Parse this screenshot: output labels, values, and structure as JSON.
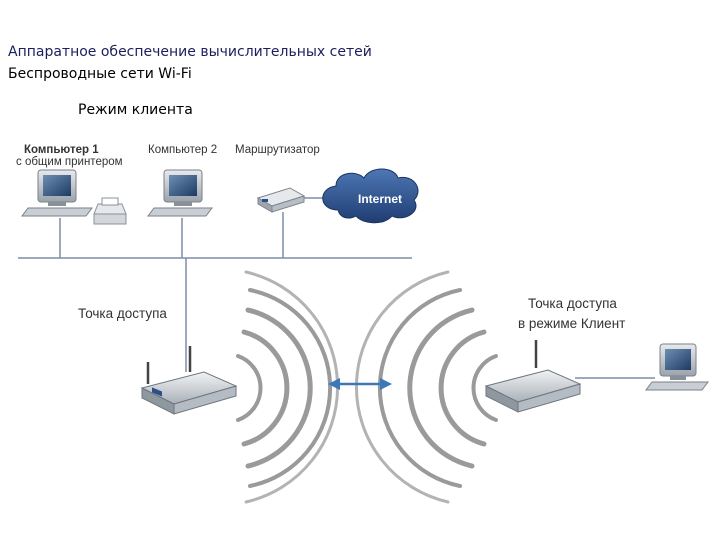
{
  "header": {
    "title": "Аппаратное обеспечение вычислительных сетей",
    "subtitle": "Беспроводные сети Wi-Fi",
    "mode": "Режим клиента"
  },
  "nodes": {
    "computer1_line1": "Компьютер 1",
    "computer1_line2": "с общим принтером",
    "computer2": "Компьютер 2",
    "router": "Маршрутизатор",
    "internet": "Internet",
    "ap": "Точка доступа",
    "client_ap_line1": "Точка доступа",
    "client_ap_line2": "в режиме Клиент"
  },
  "colors": {
    "header_title": "#1b1f5e",
    "network_line": "#7b8fa6",
    "cloud": "#2c4f8a",
    "arrow": "#3c78b8",
    "device_body": "#d9dde2",
    "wave": "#9a9a9a"
  }
}
